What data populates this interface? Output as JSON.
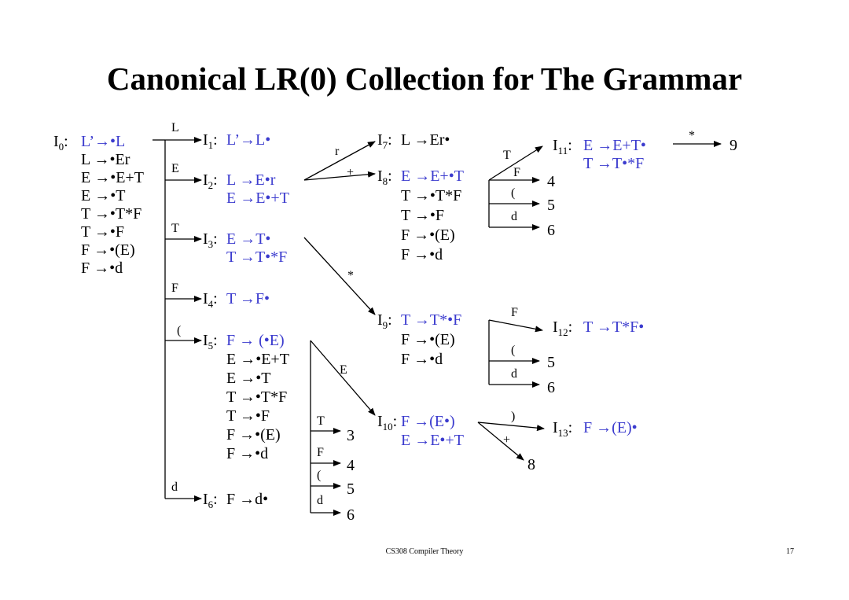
{
  "title": "Canonical LR(0) Collection for The Grammar",
  "footer": "CS308 Compiler Theory",
  "page_number": "17",
  "accent_color": "#3B3BCE",
  "states": {
    "I0": {
      "name": "I0",
      "items": [
        "L’→•L",
        "L →•Er",
        "E →•E+T",
        "E →•T",
        "T →•T*F",
        "T →•F",
        "F →•(E)",
        "F →•d"
      ]
    },
    "I1": {
      "name": "I1",
      "items": [
        "L’→L•"
      ]
    },
    "I2": {
      "name": "I2",
      "items": [
        "L →E•r",
        "E →E•+T"
      ]
    },
    "I3": {
      "name": "I3",
      "items": [
        "E →T•",
        "T →T•*F"
      ]
    },
    "I4": {
      "name": "I4",
      "items": [
        "T →F•"
      ]
    },
    "I5": {
      "name": "I5",
      "items": [
        "F → (•E)",
        "E →•E+T",
        "E →•T",
        "T →•T*F",
        "T →•F",
        "F →•(E)",
        "F →•d"
      ]
    },
    "I6": {
      "name": "I6",
      "items": [
        "F →d•"
      ]
    },
    "I7": {
      "name": "I7",
      "items": [
        "L →Er•"
      ]
    },
    "I8": {
      "name": "I8",
      "items": [
        "E →E+•T",
        "T →•T*F",
        "T →•F",
        "F →•(E)",
        "F →•d"
      ]
    },
    "I9": {
      "name": "I9",
      "items": [
        "T →T*•F",
        "F →•(E)",
        "F →•d"
      ]
    },
    "I10": {
      "name": "I10",
      "items": [
        "F →(E•)",
        "E →E•+T"
      ]
    },
    "I11": {
      "name": "I11",
      "items": [
        "E →E+T•",
        "T →T•*F"
      ]
    },
    "I12": {
      "name": "I12",
      "items": [
        "T →T*F•"
      ]
    },
    "I13": {
      "name": "I13",
      "items": [
        "F →(E)•"
      ]
    }
  },
  "transitions": {
    "i0": {
      "L": "L",
      "E": "E",
      "T": "T",
      "F": "F",
      "lp": "(",
      "d": "d"
    },
    "i2": {
      "r": "r",
      "plus": "+"
    },
    "i3": {
      "star": "*"
    },
    "i5": {
      "E": "E",
      "T": "T",
      "F": "F",
      "lp": "(",
      "d": "d",
      "t3": "3",
      "t4": "4",
      "t5": "5",
      "t6": "6"
    },
    "i8": {
      "T": "T",
      "F": "F",
      "lp": "(",
      "d": "d",
      "t4": "4",
      "t5": "5",
      "t6": "6"
    },
    "i9": {
      "F": "F",
      "lp": "(",
      "d": "d",
      "t5": "5",
      "t6": "6"
    },
    "i10": {
      "rp": ")",
      "plus": "+",
      "t8": "8"
    },
    "i11": {
      "star": "*",
      "t9": "9"
    }
  }
}
